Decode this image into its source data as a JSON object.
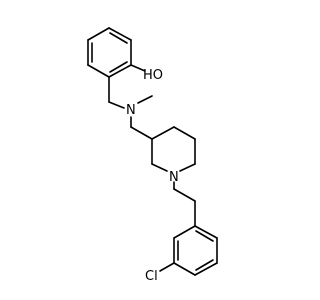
{
  "molecule": {
    "atoms": {
      "hydroxyl": "HO",
      "amine": "N",
      "piperidine_n": "N",
      "chlorine": "Cl"
    },
    "colors": {
      "bond": "#000000",
      "label": "#000000",
      "background": "#ffffff"
    }
  }
}
